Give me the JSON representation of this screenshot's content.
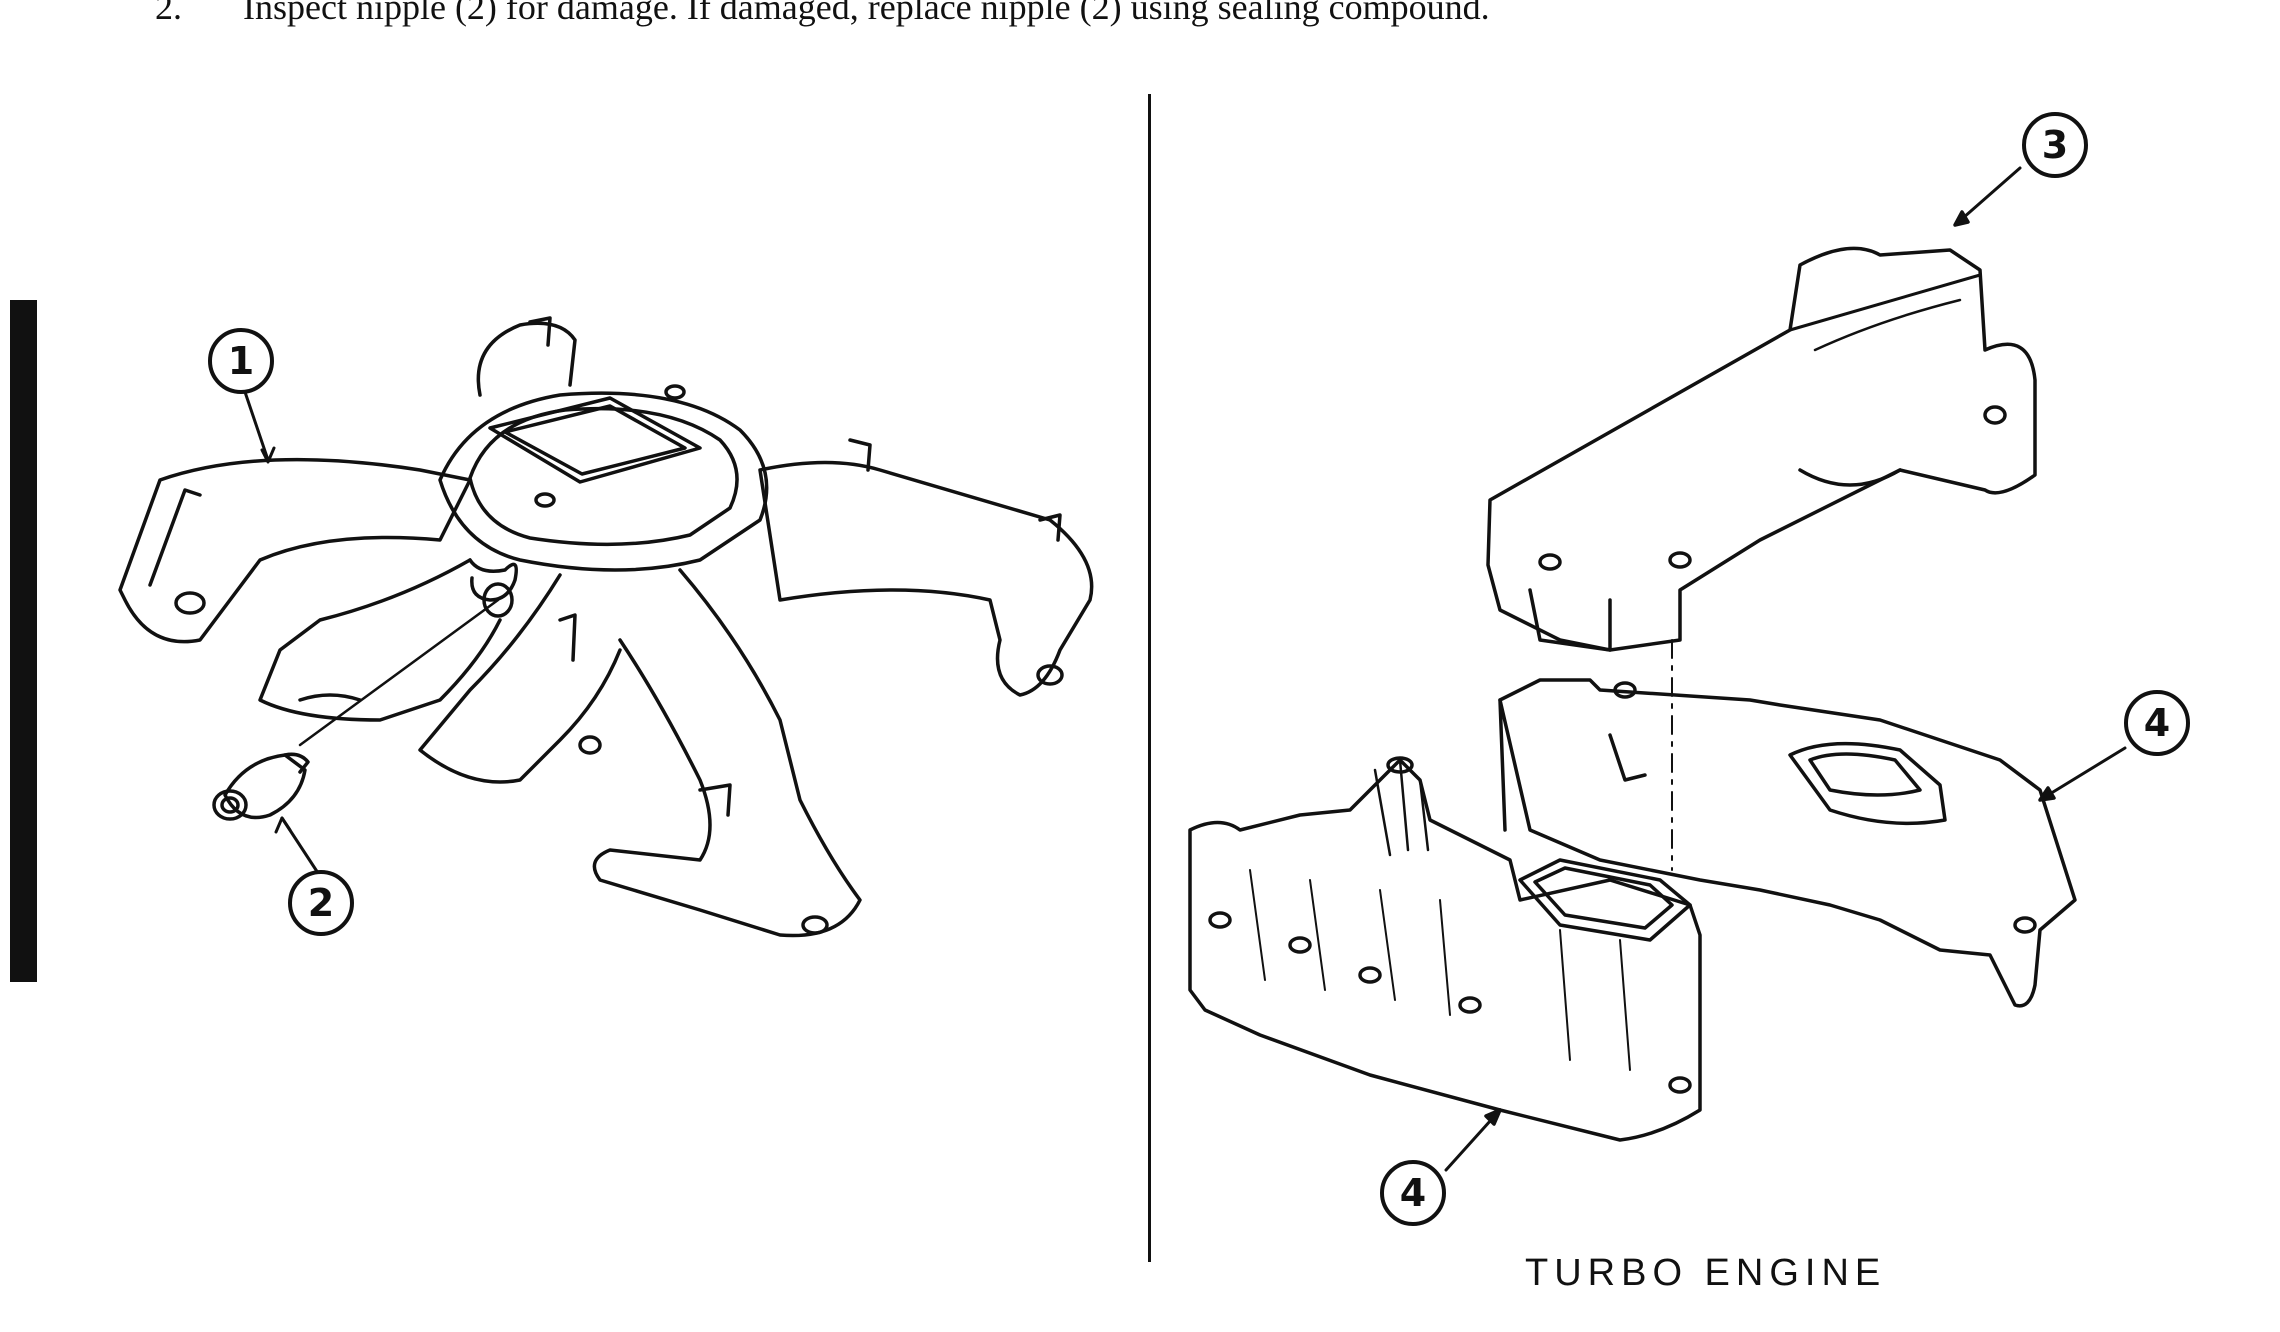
{
  "step": {
    "number": "2.",
    "text": "Inspect nipple (2) for damage. If damaged, replace nipple (2) using sealing compound."
  },
  "callouts": {
    "c1": "1",
    "c2": "2",
    "c3": "3",
    "c4a": "4",
    "c4b": "4"
  },
  "caption": "TURBO ENGINE"
}
